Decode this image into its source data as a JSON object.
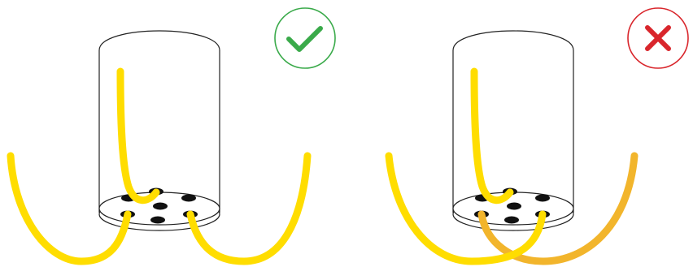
{
  "panels": [
    {
      "id": "correct",
      "verdict": "correct",
      "badge_icon": "check-icon",
      "badge_color": "#3aaa4a",
      "cable_colors": [
        "#ffdd00",
        "#ffdd00",
        "#ffdd00"
      ],
      "crossing": false
    },
    {
      "id": "incorrect",
      "verdict": "incorrect",
      "badge_icon": "cross-icon",
      "badge_color": "#d9262c",
      "cable_colors": [
        "#ffdd00",
        "#ffdd00",
        "#f2b52c"
      ],
      "crossing": true
    }
  ],
  "colors": {
    "outline": "#222222",
    "hole": "#111111",
    "base_fill": "#ffffff"
  }
}
